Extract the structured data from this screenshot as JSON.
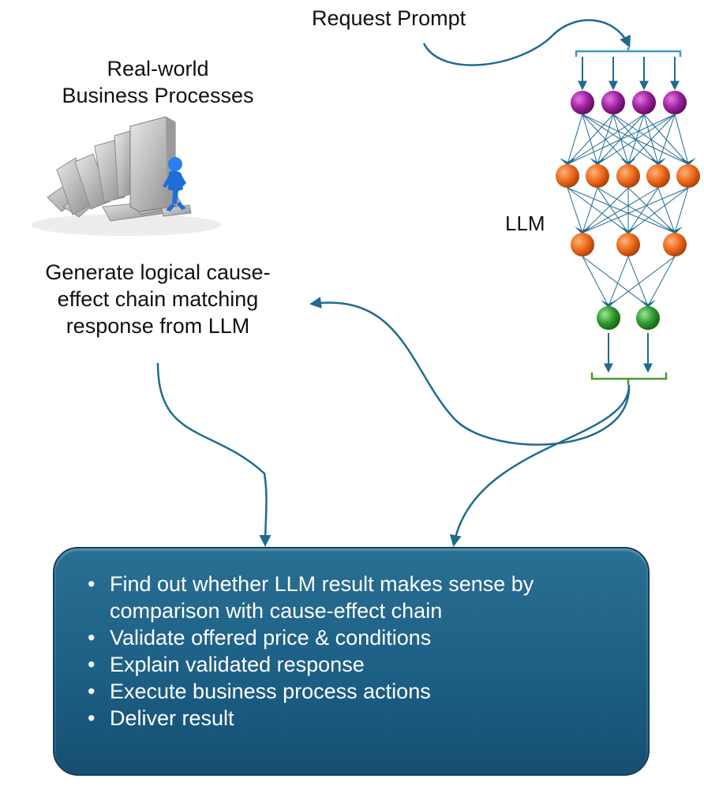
{
  "labels": {
    "request_prompt": "Request Prompt",
    "title_line1": "Real-world",
    "title_line2": "Business Processes",
    "generate_line1": "Generate logical cause-",
    "generate_line2": "effect chain matching",
    "generate_line3": "response from LLM",
    "llm": "LLM"
  },
  "result_box": {
    "items": [
      "Find out whether LLM result makes sense by comparison with cause-effect chain",
      "Validate offered price & conditions",
      "Explain validated response",
      "Execute business process actions",
      "Deliver result"
    ]
  },
  "network": {
    "layers": [
      4,
      5,
      3,
      2
    ],
    "layer_colors": [
      "#9b1f9b",
      "#e8661c",
      "#e8661c",
      "#2e9a2e"
    ],
    "input_bracket_color": "#3a9bd1",
    "output_bracket_color": "#4a9a2a",
    "connection_color": "#1f6b8e"
  },
  "icons": [
    "dominoes-figure-icon"
  ]
}
